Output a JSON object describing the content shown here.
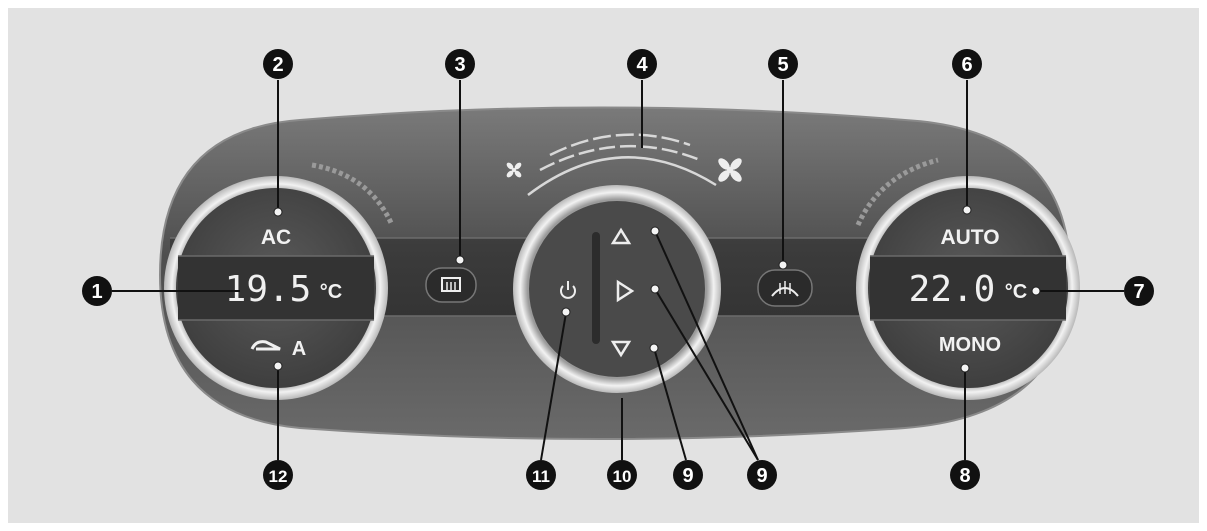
{
  "left_dial": {
    "top_label": "AC",
    "temperature": "19.5",
    "unit": "°C",
    "bottom_label": "A"
  },
  "right_dial": {
    "top_label": "AUTO",
    "temperature": "22.0",
    "unit": "°C",
    "bottom_label": "MONO"
  },
  "icons": {
    "rear_defrost": "rear-defrost-icon",
    "front_defrost": "windscreen-defrost-icon",
    "power": "power-icon",
    "up": "triangle-up-icon",
    "right": "triangle-right-icon",
    "down": "triangle-down-icon",
    "recirculation": "air-recirculation-icon",
    "fan_low": "fan-low-icon",
    "fan_high": "fan-high-icon"
  },
  "callouts": [
    "1",
    "2",
    "3",
    "4",
    "5",
    "6",
    "7",
    "8",
    "9",
    "9",
    "10",
    "11",
    "12"
  ],
  "colors": {
    "background": "#e2e2e2",
    "panel": "#555555",
    "chrome": "#dcdcdc",
    "callout": "#111111"
  }
}
